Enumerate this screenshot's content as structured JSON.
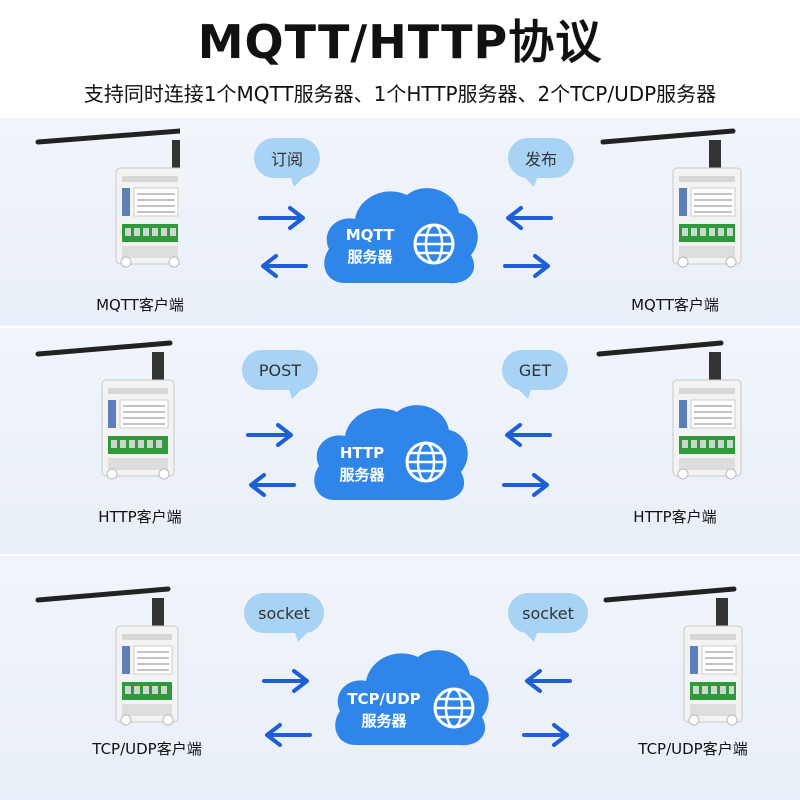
{
  "header": {
    "title": "MQTT/HTTP协议",
    "subtitle": "支持同时连接1个MQTT服务器、1个HTTP服务器、2个TCP/UDP服务器"
  },
  "colors": {
    "cloud_blue": "#2f86e8",
    "arrow_blue": "#1f5fd6",
    "bubble_blue": "#a9d3f5",
    "section_bg": "#eef3fa",
    "terminal_green": "#2e9a3c"
  },
  "icons": [
    "antenna-icon",
    "arrow-right-icon",
    "arrow-left-icon",
    "globe-icon",
    "cloud-icon"
  ],
  "rows": [
    {
      "left_client": "MQTT客户端",
      "right_client": "MQTT客户端",
      "left_bubble": "订阅",
      "right_bubble": "发布",
      "server_line1": "MQTT",
      "server_line2": "服务器"
    },
    {
      "left_client": "HTTP客户端",
      "right_client": "HTTP客户端",
      "left_bubble": "POST",
      "right_bubble": "GET",
      "server_line1": "HTTP",
      "server_line2": "服务器"
    },
    {
      "left_client": "TCP/UDP客户端",
      "right_client": "TCP/UDP客户端",
      "left_bubble": "socket",
      "right_bubble": "socket",
      "server_line1": "TCP/UDP",
      "server_line2": "服务器"
    }
  ]
}
